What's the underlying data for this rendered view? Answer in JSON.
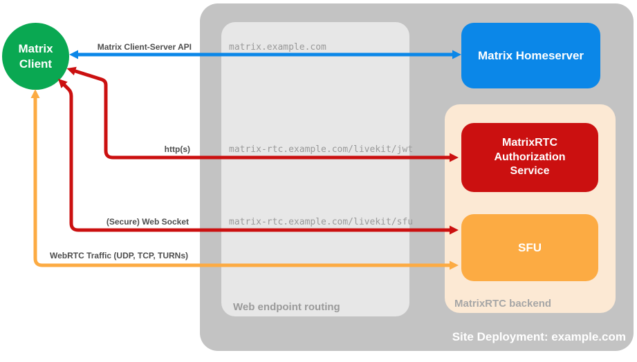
{
  "colors": {
    "green": "#0aa852",
    "blue": "#0b87e8",
    "red": "#cb1010",
    "orange": "#fcab43",
    "peach": "#fce9d4",
    "outer_gray": "#c3c3c3",
    "inner_gray": "#e7e7e7",
    "label_dark": "#4d4d4d",
    "label_gray": "#9a9a9a",
    "backend_label_gray": "#a6a6a6",
    "url_gray": "#999999"
  },
  "deployment": {
    "title": "Site Deployment: example.com",
    "web_routing_label": "Web endpoint routing",
    "backend_label": "MatrixRTC backend"
  },
  "nodes": {
    "client": "Matrix Client",
    "homeserver": "Matrix Homeserver",
    "auth_service": "MatrixRTC Authorization Service",
    "sfu": "SFU"
  },
  "endpoints": [
    "matrix.example.com",
    "matrix-rtc.example.com/livekit/jwt",
    "matrix-rtc.example.com/livekit/sfu"
  ],
  "arrows": [
    {
      "label": "Matrix Client-Server API",
      "color": "blue",
      "from": "Matrix Client",
      "to": "Matrix Homeserver",
      "bidirectional": true
    },
    {
      "label": "http(s)",
      "color": "red",
      "from": "Matrix Client",
      "to": "MatrixRTC Authorization Service",
      "bidirectional": true
    },
    {
      "label": "(Secure) Web Socket",
      "color": "red",
      "from": "Matrix Client",
      "to": "SFU",
      "bidirectional": true
    },
    {
      "label": "WebRTC Traffic (UDP, TCP, TURNs)",
      "color": "orange",
      "from": "Matrix Client",
      "to": "SFU",
      "bidirectional": true
    }
  ]
}
